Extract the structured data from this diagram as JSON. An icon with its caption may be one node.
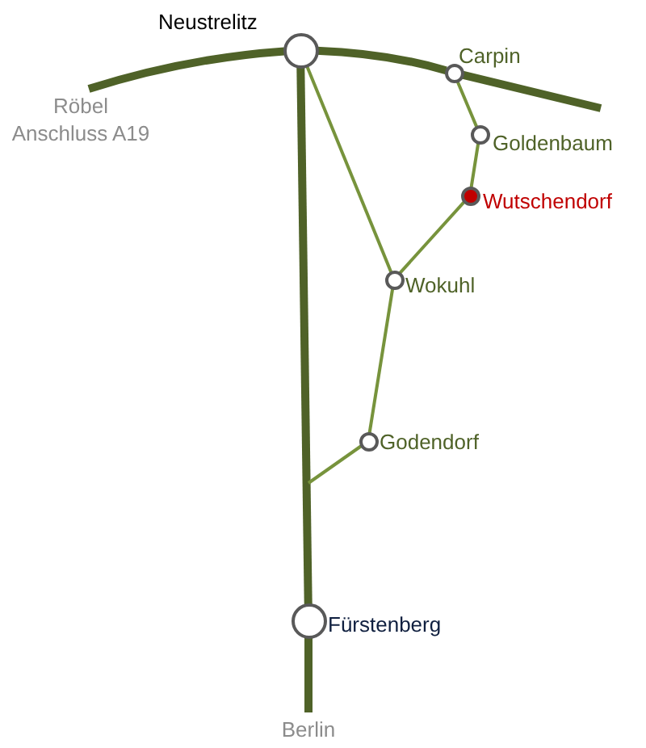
{
  "diagram": {
    "nodes": [
      {
        "text": [
          "Neustrelitz"
        ]
      },
      {
        "text": [
          "Carpin"
        ]
      },
      {
        "text": [
          "Goldenbaum"
        ]
      },
      {
        "text": [
          "Wutschendorf"
        ]
      },
      {
        "text": [
          "Wokuhl"
        ]
      },
      {
        "text": [
          "Godendorf"
        ]
      },
      {
        "text": [
          "Fürstenberg"
        ]
      },
      {
        "text": [
          "Röbel Anschluss A19"
        ]
      },
      {
        "text": [
          "Berlin"
        ]
      }
    ],
    "edges": [
      {
        "from": 7,
        "to": 0,
        "arrow": "none",
        "style": "thick",
        "color": "#4f6228"
      },
      {
        "from": 0,
        "to": 1,
        "arrow": "none",
        "style": "thick",
        "color": "#4f6228"
      },
      {
        "from": 1,
        "to": null,
        "arrow": "none",
        "style": "thick",
        "color": "#4f6228"
      },
      {
        "from": 0,
        "to": 6,
        "arrow": "none",
        "style": "thick",
        "color": "#4f6228"
      },
      {
        "from": 6,
        "to": 8,
        "arrow": "none",
        "style": "thick",
        "color": "#4f6228"
      },
      {
        "from": 0,
        "to": 4,
        "arrow": "none"
      },
      {
        "from": 1,
        "to": 2,
        "arrow": "none"
      },
      {
        "from": 2,
        "to": 3,
        "arrow": "none"
      },
      {
        "from": 3,
        "to": 4,
        "arrow": "none"
      },
      {
        "from": 4,
        "to": 5,
        "arrow": "none"
      },
      {
        "from": 5,
        "to": null,
        "arrow": "none"
      }
    ]
  }
}
